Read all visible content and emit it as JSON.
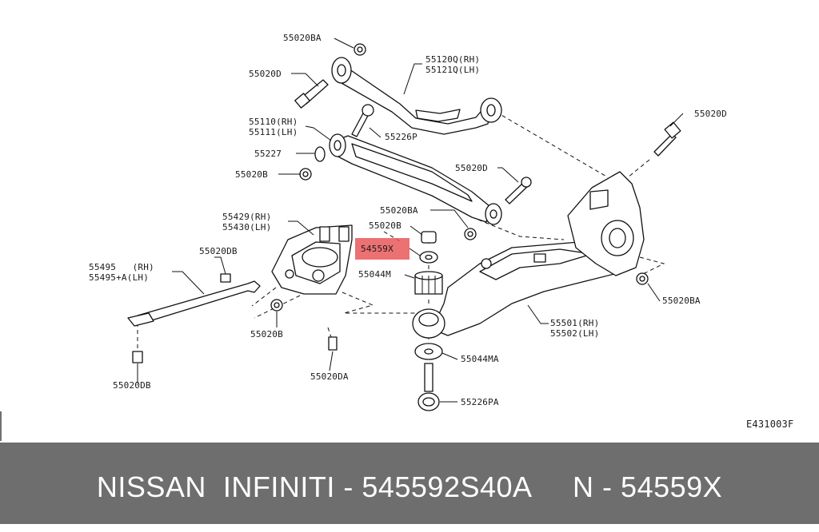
{
  "diagram": {
    "code": "E431003F",
    "highlight_color": "#e8585a",
    "labels": [
      "55020BA",
      "55020D",
      "55120Q(RH)",
      "55121Q(LH)",
      "55110(RH)",
      "55111(LH)",
      "55226P",
      "55020D",
      "55227",
      "55020B",
      "55020D",
      "55020BA",
      "55429(RH)",
      "55430(LH)",
      "55020B",
      "54559X",
      "55020DB",
      "55495   (RH)",
      "55495+A(LH)",
      "55044M",
      "55020BA",
      "55501(RH)",
      "55502(LH)",
      "55020B",
      "55020DA",
      "55044MA",
      "55020DB",
      "55226PA"
    ]
  },
  "footer": {
    "text": "NISSAN  INFINITI - 545592S40A     N - 54559X",
    "background": "#6e6e6e"
  }
}
